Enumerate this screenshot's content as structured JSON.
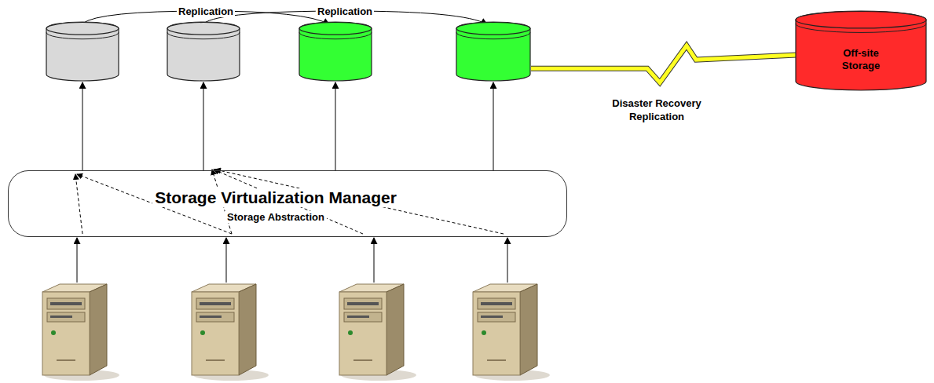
{
  "diagram": {
    "nodes": [
      {
        "text": []
      },
      {
        "text": []
      },
      {
        "text": []
      },
      {
        "text": []
      },
      {
        "text": [
          "Off-site Storage"
        ]
      },
      {
        "text": [
          "Storage Virtualization Manager",
          "Storage Abstraction"
        ]
      },
      {
        "text": []
      },
      {
        "text": []
      },
      {
        "text": []
      },
      {
        "text": []
      }
    ],
    "edges": [
      {
        "from": 0,
        "to": 2,
        "arrow": "to",
        "label": "Replication"
      },
      {
        "from": 1,
        "to": 3,
        "arrow": "to",
        "label": "Replication"
      },
      {
        "from": 3,
        "to": 4,
        "arrow": "none",
        "label": "Disaster Recovery Replication"
      },
      {
        "from": 5,
        "to": 0,
        "arrow": "to"
      },
      {
        "from": 5,
        "to": 1,
        "arrow": "to"
      },
      {
        "from": 5,
        "to": 2,
        "arrow": "to"
      },
      {
        "from": 5,
        "to": 3,
        "arrow": "to"
      },
      {
        "from": 6,
        "to": 5,
        "arrow": "to"
      },
      {
        "from": 7,
        "to": 5,
        "arrow": "to"
      },
      {
        "from": 8,
        "to": 5,
        "arrow": "to"
      },
      {
        "from": 9,
        "to": 5,
        "arrow": "to"
      }
    ]
  }
}
